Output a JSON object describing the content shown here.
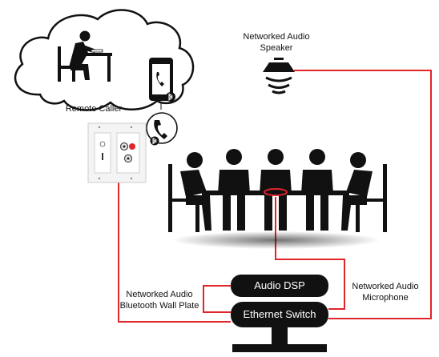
{
  "diagram": {
    "labels": {
      "remote_caller": "Remote Caller",
      "speaker_line1": "Networked Audio",
      "speaker_line2": "Speaker",
      "wallplate_line1": "Networked Audio",
      "wallplate_line2": "Bluetooth Wall Plate",
      "mic_line1": "Networked Audio",
      "mic_line2": "Microphone",
      "audio_dsp": "Audio DSP",
      "ethernet_switch": "Ethernet Switch"
    },
    "icons": [
      "cloud-icon",
      "person-at-desk-icon",
      "smartphone-icon",
      "bluetooth-icon",
      "handset-icon",
      "speaker-icon",
      "wall-plate-icon",
      "conference-table-icon",
      "person-icon",
      "microphone-icon",
      "server-stand-icon"
    ],
    "colors": {
      "link": "#e0252b",
      "device": "#111111",
      "device_text": "#ffffff",
      "label": "#111111"
    }
  }
}
